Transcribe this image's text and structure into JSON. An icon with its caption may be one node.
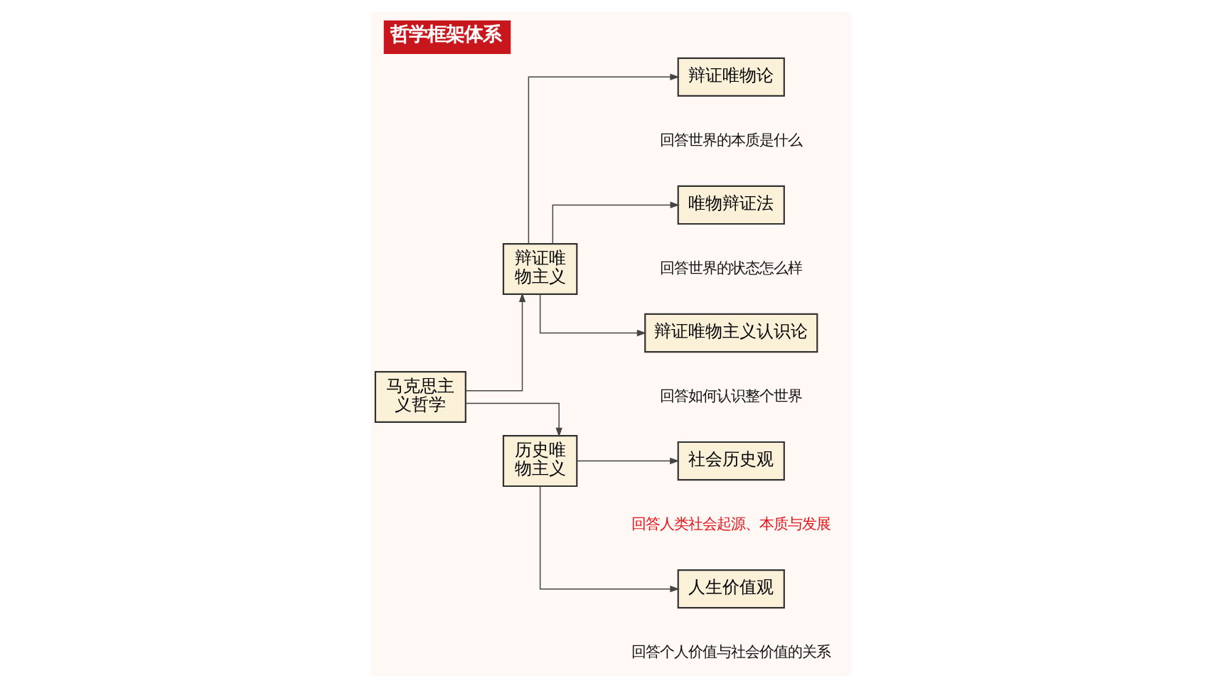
{
  "diagram": {
    "title": "哲学框架体系",
    "nodes": [
      {
        "text": [
          "马克思主义哲学"
        ]
      },
      {
        "text": [
          "辩证唯物主义"
        ]
      },
      {
        "text": [
          "历史唯物主义"
        ]
      },
      {
        "text": [
          "辩证唯物论"
        ],
        "beside": [
          "回答世界的本质是什么"
        ]
      },
      {
        "text": [
          "唯物辩证法"
        ],
        "beside": [
          "回答世界的状态怎么样"
        ]
      },
      {
        "text": [
          "辩证唯物主义认识论"
        ],
        "beside": [
          "回答如何认识整个世界"
        ]
      },
      {
        "text": [
          "社会历史观"
        ],
        "beside": [
          "回答人类社会起源、本质与发展"
        ]
      },
      {
        "text": [
          "人生价值观"
        ],
        "beside": [
          "回答个人价值与社会价值的关系"
        ]
      }
    ],
    "edges": [
      {
        "from": 0,
        "to": 1,
        "arrow": "to"
      },
      {
        "from": 0,
        "to": 2,
        "arrow": "to"
      },
      {
        "from": 1,
        "to": 3,
        "arrow": "to"
      },
      {
        "from": 1,
        "to": 4,
        "arrow": "to"
      },
      {
        "from": 1,
        "to": 5,
        "arrow": "to"
      },
      {
        "from": 2,
        "to": 6,
        "arrow": "to"
      },
      {
        "from": 2,
        "to": 7,
        "arrow": "to"
      }
    ]
  }
}
